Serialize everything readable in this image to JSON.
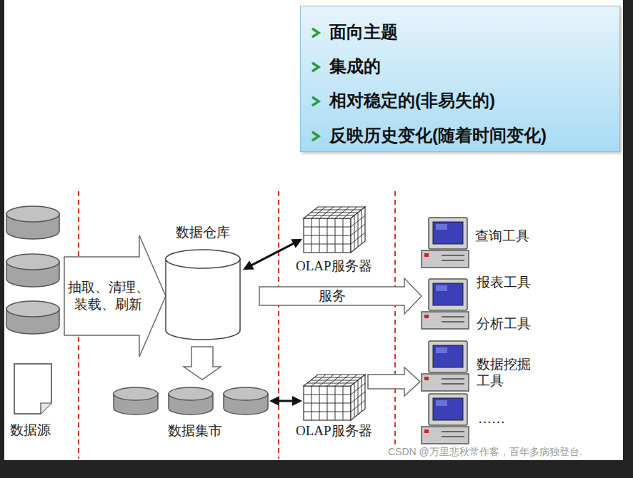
{
  "diagram": {
    "nodes": [
      {
        "text": [
          "面向主题",
          "集成的",
          "相对稳定的(非易失的)",
          "反映历史变化(随着时间变化)"
        ]
      },
      {
        "text": [
          "数据源"
        ]
      },
      {
        "text": [
          "数据仓库"
        ]
      },
      {
        "text": [
          "OLAP服务器"
        ]
      },
      {
        "text": [
          "数据集市"
        ]
      },
      {
        "text": [
          "OLAP服务器"
        ]
      },
      {
        "text": [
          "查询工具"
        ]
      },
      {
        "text": [
          "报表工具",
          "分析工具"
        ]
      },
      {
        "text": [
          "数据挖掘 工具"
        ]
      },
      {
        "text": [
          "……"
        ]
      }
    ],
    "edges": [
      {
        "from": 1,
        "to": 2,
        "arrow": "to",
        "label": "抽取、清理、 装载、刷新"
      },
      {
        "from": 2,
        "to": 3,
        "arrow": "both"
      },
      {
        "from": 2,
        "to": 7,
        "arrow": "to",
        "label": "服务"
      },
      {
        "from": 2,
        "to": 4,
        "arrow": "to"
      },
      {
        "from": 4,
        "to": 5,
        "arrow": "both"
      },
      {
        "from": 5,
        "to": 8,
        "arrow": "to"
      }
    ],
    "labels": [
      "CSDN @万里悲秋常作客，百年多病独登台."
    ]
  }
}
